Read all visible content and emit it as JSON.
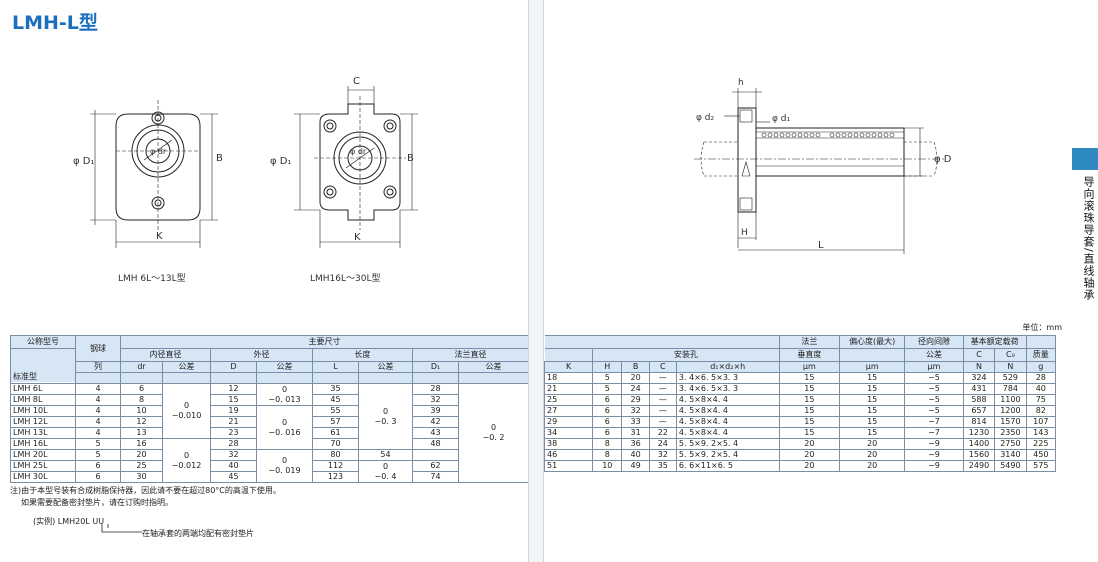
{
  "title": "LMH-L型",
  "captions": {
    "left": "LMH 6L～13L型",
    "right": "LMH16L～30L型"
  },
  "dims": {
    "D1": "φ D₁",
    "dr": "φ dr",
    "B": "B",
    "K": "K",
    "C": "C",
    "h": "h",
    "d2": "φ d₂",
    "d1": "φ d₁",
    "D": "φ D",
    "H": "H",
    "L": "L"
  },
  "side_tab_text": "导向滚珠导套/直线轴承",
  "unit": "单位：mm",
  "left_table": {
    "headers": {
      "model_top": "公称型号",
      "model_bottom": "标准型",
      "ball_rows_top": "钢球",
      "ball_rows_bottom": "列",
      "main_dims": "主要尺寸",
      "inner_dia": "内径直径",
      "outer_dia": "外径",
      "length": "长度",
      "flange_dia": "法兰直径",
      "dr": "dr",
      "tol": "公差",
      "D": "D",
      "L": "L",
      "D1": "D₁"
    },
    "rows": [
      {
        "model": "LMH 6L",
        "rows": "4",
        "dr": "6",
        "D": "12",
        "L": "35",
        "D1": "28"
      },
      {
        "model": "LMH 8L",
        "rows": "4",
        "dr": "8",
        "D": "15",
        "L": "45",
        "D1": "32"
      },
      {
        "model": "LMH 10L",
        "rows": "4",
        "dr": "10",
        "D": "19",
        "L": "55",
        "D1": "39"
      },
      {
        "model": "LMH 12L",
        "rows": "4",
        "dr": "12",
        "D": "21",
        "L": "57",
        "D1": "42"
      },
      {
        "model": "LMH 13L",
        "rows": "4",
        "dr": "13",
        "D": "23",
        "L": "61",
        "D1": "43"
      },
      {
        "model": "LMH 16L",
        "rows": "5",
        "dr": "16",
        "D": "28",
        "L": "70",
        "D1": "48"
      },
      {
        "model": "LMH 20L",
        "rows": "5",
        "dr": "20",
        "D": "32",
        "L": "80",
        "D1": "54"
      },
      {
        "model": "LMH 25L",
        "rows": "6",
        "dr": "25",
        "D": "40",
        "L": "112",
        "D1": "62"
      },
      {
        "model": "LMH 30L",
        "rows": "6",
        "dr": "30",
        "D": "45",
        "L": "123",
        "D1": "74"
      }
    ],
    "tolerances": {
      "dr_tol_a_top": "0",
      "dr_tol_a_bottom": "−0.010",
      "dr_tol_b_top": "0",
      "dr_tol_b_bottom": "−0.012",
      "D_tol_a_top": "0",
      "D_tol_a_bottom": "−0. 013",
      "D_tol_b_top": "0",
      "D_tol_b_bottom": "−0. 016",
      "D_tol_c_top": "0",
      "D_tol_c_bottom": "−0. 019",
      "L_tol_a_top": "0",
      "L_tol_a_bottom": "−0. 3",
      "L_tol_b_top": "0",
      "L_tol_b_bottom": "−0. 4",
      "D1_tol_top": "0",
      "D1_tol_bottom": "−0. 2"
    }
  },
  "right_table": {
    "headers": {
      "K": "K",
      "H": "H",
      "B": "B",
      "C": "C",
      "mount_hole": "安装孔",
      "mount_hole_sub": "d₁×d₂×h",
      "flange_perp_top": "法兰",
      "flange_perp_bottom": "垂直度",
      "eccentricity": "偏心度(最大)",
      "radial_clearance_top": "径向间隙",
      "radial_clearance_bottom": "公差",
      "load_rating": "基本额定载荷",
      "C_dyn": "C",
      "C0": "C₀",
      "mass": "质量",
      "unit_um": "μm",
      "unit_N": "N",
      "unit_g": "g"
    },
    "rows": [
      {
        "K": "18",
        "H": "5",
        "B": "20",
        "C": "—",
        "hole": "3. 4×6. 5×3. 3",
        "perp": "15",
        "ecc": "15",
        "rc": "−5",
        "Cd": "324",
        "C0": "529",
        "mass": "28"
      },
      {
        "K": "21",
        "H": "5",
        "B": "24",
        "C": "—",
        "hole": "3. 4×6. 5×3. 3",
        "perp": "15",
        "ecc": "15",
        "rc": "−5",
        "Cd": "431",
        "C0": "784",
        "mass": "40"
      },
      {
        "K": "25",
        "H": "6",
        "B": "29",
        "C": "—",
        "hole": "4. 5×8×4. 4",
        "perp": "15",
        "ecc": "15",
        "rc": "−5",
        "Cd": "588",
        "C0": "1100",
        "mass": "75"
      },
      {
        "K": "27",
        "H": "6",
        "B": "32",
        "C": "—",
        "hole": "4. 5×8×4. 4",
        "perp": "15",
        "ecc": "15",
        "rc": "−5",
        "Cd": "657",
        "C0": "1200",
        "mass": "82"
      },
      {
        "K": "29",
        "H": "6",
        "B": "33",
        "C": "—",
        "hole": "4. 5×8×4. 4",
        "perp": "15",
        "ecc": "15",
        "rc": "−7",
        "Cd": "814",
        "C0": "1570",
        "mass": "107"
      },
      {
        "K": "34",
        "H": "6",
        "B": "31",
        "C": "22",
        "hole": "4. 5×8×4. 4",
        "perp": "15",
        "ecc": "15",
        "rc": "−7",
        "Cd": "1230",
        "C0": "2350",
        "mass": "143"
      },
      {
        "K": "38",
        "H": "8",
        "B": "36",
        "C": "24",
        "hole": "5. 5×9. 2×5. 4",
        "perp": "20",
        "ecc": "20",
        "rc": "−9",
        "Cd": "1400",
        "C0": "2750",
        "mass": "225"
      },
      {
        "K": "46",
        "H": "8",
        "B": "40",
        "C": "32",
        "hole": "5. 5×9. 2×5. 4",
        "perp": "20",
        "ecc": "20",
        "rc": "−9",
        "Cd": "1560",
        "C0": "3140",
        "mass": "450"
      },
      {
        "K": "51",
        "H": "10",
        "B": "49",
        "C": "35",
        "hole": "6. 6×11×6. 5",
        "perp": "20",
        "ecc": "20",
        "rc": "−9",
        "Cd": "2490",
        "C0": "5490",
        "mass": "575"
      }
    ]
  },
  "notes": {
    "line1": "注)由于本型号装有合成树脂保持器，因此请不要在超过80°C的高温下使用。",
    "line2": "如果需要配备密封垫片，请在订购时指明。",
    "example_label": "(实例) LMH20L UU",
    "example_desc": "在轴承套的两端均配有密封垫片"
  }
}
